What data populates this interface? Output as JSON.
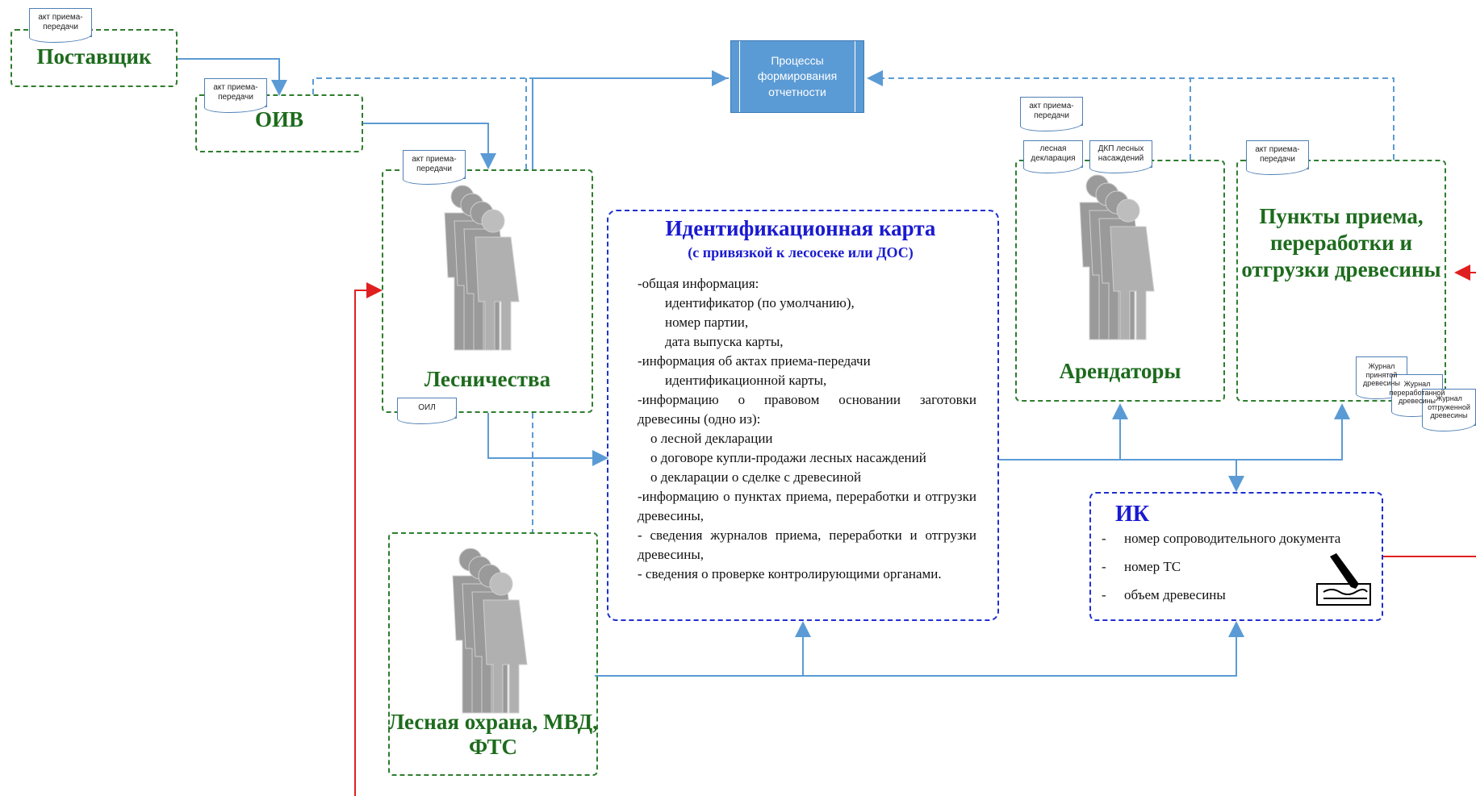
{
  "process_box": {
    "label": "Процессы формирования отчетности"
  },
  "nodes": {
    "supplier": {
      "label": "Поставщик",
      "doc": "акт приема-передачи"
    },
    "oiv": {
      "label": "ОИВ",
      "doc": "акт приема-передачи"
    },
    "forestry": {
      "label": "Лесничества",
      "doc_top": "акт приема-передачи",
      "doc_bottom": "ОИЛ"
    },
    "security": {
      "label": "Лесная охрана, МВД, ФТС"
    },
    "tenants": {
      "label": "Арендаторы",
      "doc_top": "акт приема-передачи",
      "doc_left": "лесная декларация",
      "doc_right": "ДКП лесных насаждений"
    },
    "points": {
      "label": "Пункты приема, переработки и отгрузки древесины",
      "doc_top": "акт приема-передачи",
      "journals": [
        "Журнал принятой древесины",
        "Журнал переработанной древесины",
        "Журнал отгруженной древесины"
      ]
    }
  },
  "id_card": {
    "title": "Идентификационная карта",
    "subtitle": "(с привязкой к лесосеке или ДОС)",
    "lines": [
      {
        "text": "-общая информация:",
        "indent": 0
      },
      {
        "text": "идентификатор (по умолчанию),",
        "indent": 1
      },
      {
        "text": "номер партии,",
        "indent": 1
      },
      {
        "text": "дата выпуска карты,",
        "indent": 1
      },
      {
        "text": "-информация об актах приема-передачи",
        "indent": 0
      },
      {
        "text": "идентификационной карты,",
        "indent": 1
      },
      {
        "text": "-информацию о правовом основании заготовки древесины (одно из):",
        "indent": 0
      },
      {
        "text": "о лесной декларации",
        "indent": 2
      },
      {
        "text": "о договоре купли-продажи лесных насаждений",
        "indent": 2
      },
      {
        "text": "о декларации о сделке с древесиной",
        "indent": 2
      },
      {
        "text": "-информацию о пунктах приема, переработки и отгрузки древесины,",
        "indent": 0
      },
      {
        "text": "- сведения журналов приема, переработки и отгрузки древесины,",
        "indent": 0
      },
      {
        "text": "- сведения о проверке контролирующими органами.",
        "indent": 0
      }
    ]
  },
  "ik": {
    "title": "ИК",
    "items": [
      "номер сопроводительного документа",
      "номер ТС",
      "объем древесины"
    ],
    "dash": "-"
  },
  "colors": {
    "green": "#1d6b1d",
    "blue_text": "#1a1ad0",
    "arrow_blue": "#5b9bd5",
    "red": "#e02020",
    "process_fill": "#5b9bd5"
  }
}
